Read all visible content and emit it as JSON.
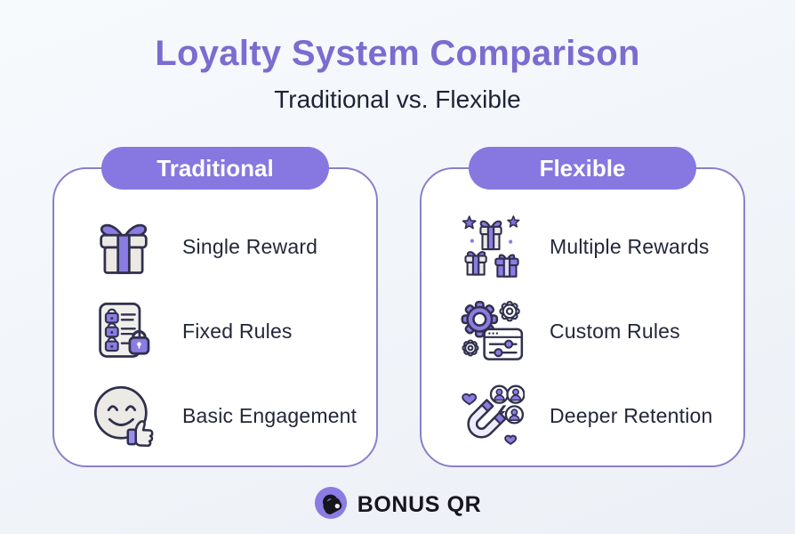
{
  "page": {
    "title": "Loyalty System Comparison",
    "subtitle": "Traditional vs. Flexible"
  },
  "cards": [
    {
      "header": "Traditional",
      "items": [
        {
          "icon": "gift-icon",
          "label": "Single Reward"
        },
        {
          "icon": "locked-rules-list-icon",
          "label": "Fixed Rules"
        },
        {
          "icon": "smiley-thumbs-up-icon",
          "label": "Basic Engagement"
        }
      ]
    },
    {
      "header": "Flexible",
      "items": [
        {
          "icon": "multiple-gifts-icon",
          "label": "Multiple Rewards"
        },
        {
          "icon": "gears-sliders-icon",
          "label": "Custom Rules"
        },
        {
          "icon": "magnet-attraction-icon",
          "label": "Deeper Retention"
        }
      ]
    }
  ],
  "footer": {
    "brand": "BONUS QR",
    "logo_icon": "bonus-qr-lock-icon"
  },
  "colors": {
    "title_purple": "#7a6cd0",
    "accent_purple": "#8678e0",
    "icon_purple": "#8b7ce3",
    "card_border": "#8a80c8",
    "card_background": "#ffffff",
    "text_dark": "#1d2235",
    "outline_dark": "#30304e",
    "logo_black": "#15151c"
  }
}
